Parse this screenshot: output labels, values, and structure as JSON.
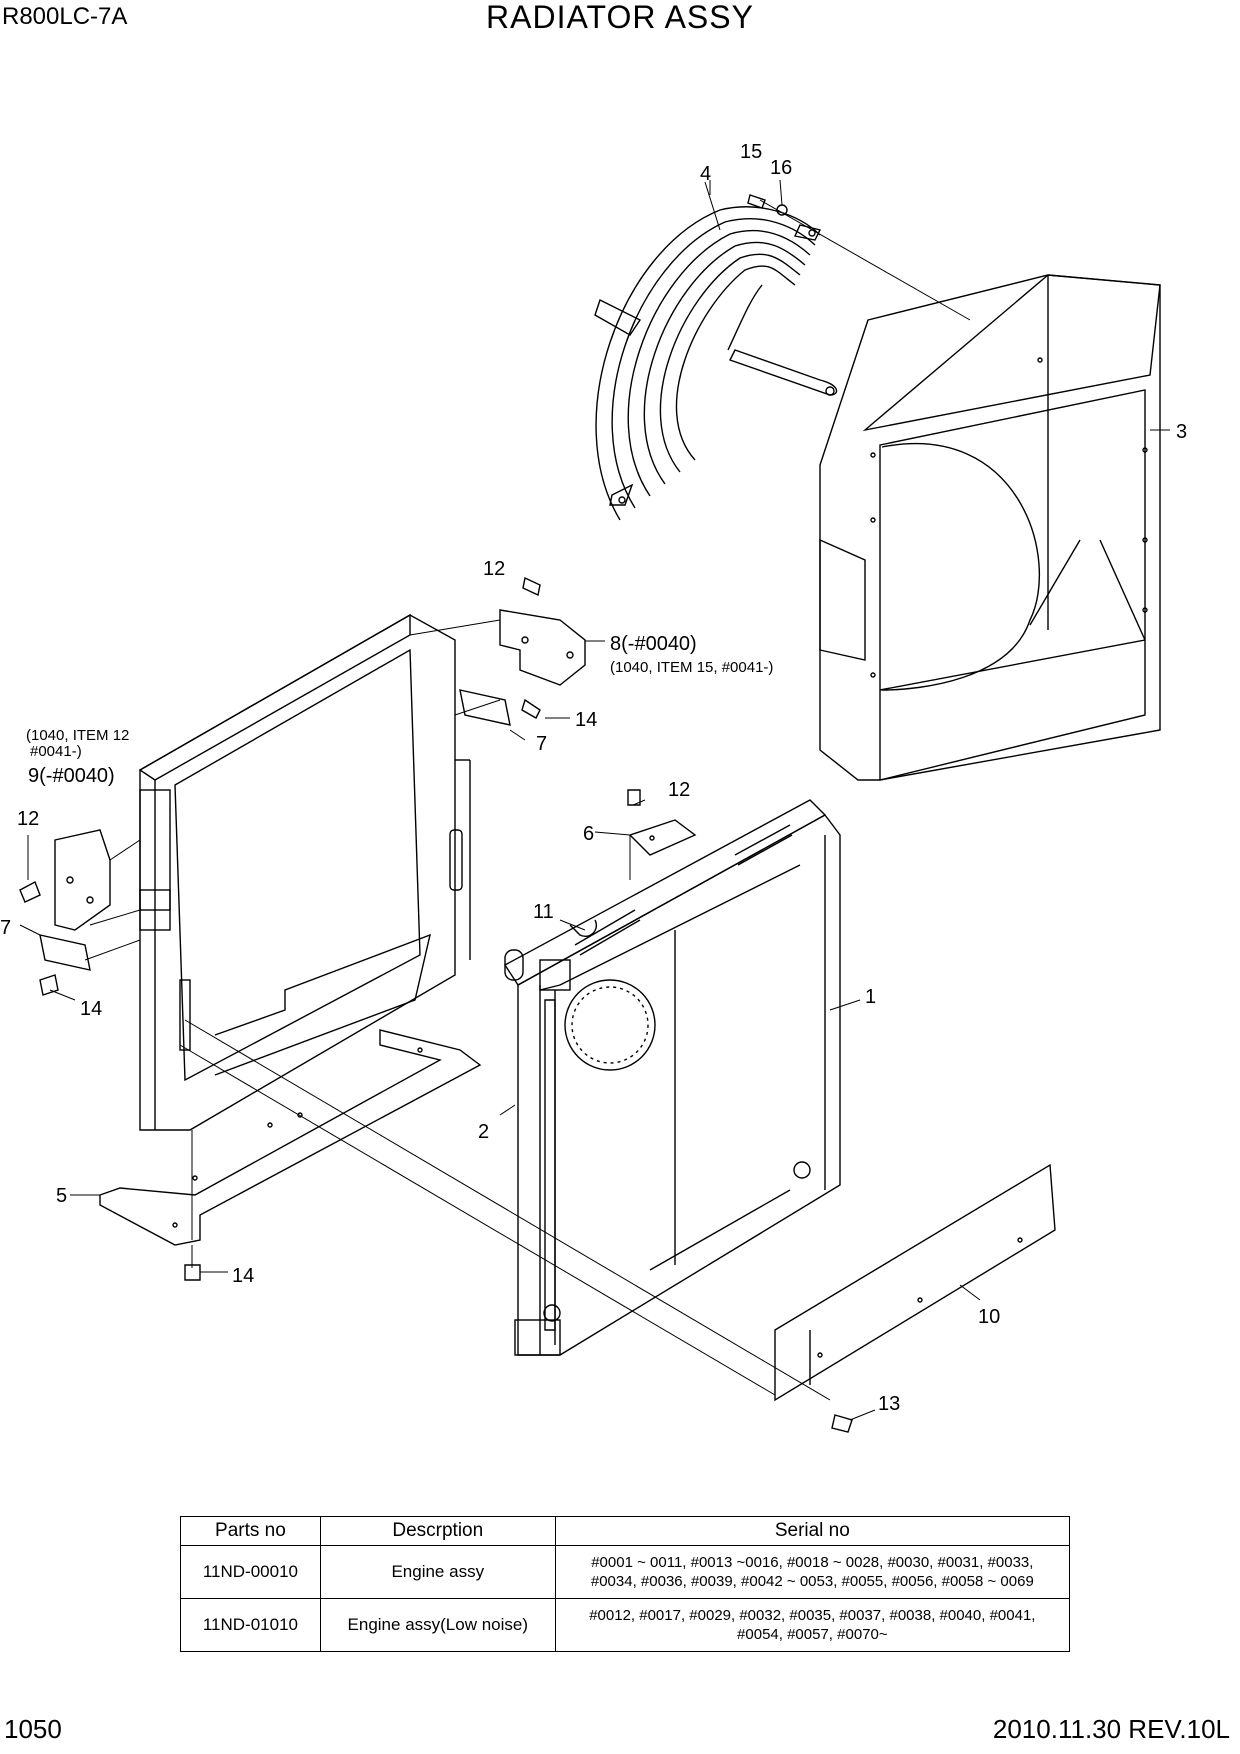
{
  "header": {
    "model": "R800LC-7A",
    "title": "RADIATOR ASSY"
  },
  "callouts": {
    "c1": "1",
    "c2": "2",
    "c3": "3",
    "c4": "4",
    "c5": "5",
    "c6": "6",
    "c7a": "7",
    "c7b": "7",
    "c8": "8(-#0040)",
    "c9": "9(-#0040)",
    "c10": "10",
    "c11": "11",
    "c12a": "12",
    "c12b": "12",
    "c12c": "12",
    "c13": "13",
    "c14a": "14",
    "c14b": "14",
    "c14c": "14",
    "c15": "15",
    "c16": "16"
  },
  "notes": {
    "n8": "(1040, ITEM 15, #0041-)",
    "n9_line1": "(1040, ITEM 12",
    "n9_line2": "#0041-)"
  },
  "table": {
    "headers": [
      "Parts no",
      "Descrption",
      "Serial no"
    ],
    "rows": [
      {
        "part": "11ND-00010",
        "desc": "Engine assy",
        "serial_line1": "#0001 ~ 0011, #0013 ~0016, #0018 ~ 0028, #0030, #0031, #0033,",
        "serial_line2": "#0034, #0036, #0039, #0042 ~ 0053, #0055, #0056, #0058 ~ 0069"
      },
      {
        "part": "11ND-01010",
        "desc": "Engine assy(Low noise)",
        "serial_line1": "#0012, #0017, #0029, #0032, #0035, #0037, #0038, #0040, #0041,",
        "serial_line2": "#0054, #0057, #0070~"
      }
    ]
  },
  "footer": {
    "page": "1050",
    "revision": "2010.11.30  REV.10L"
  }
}
